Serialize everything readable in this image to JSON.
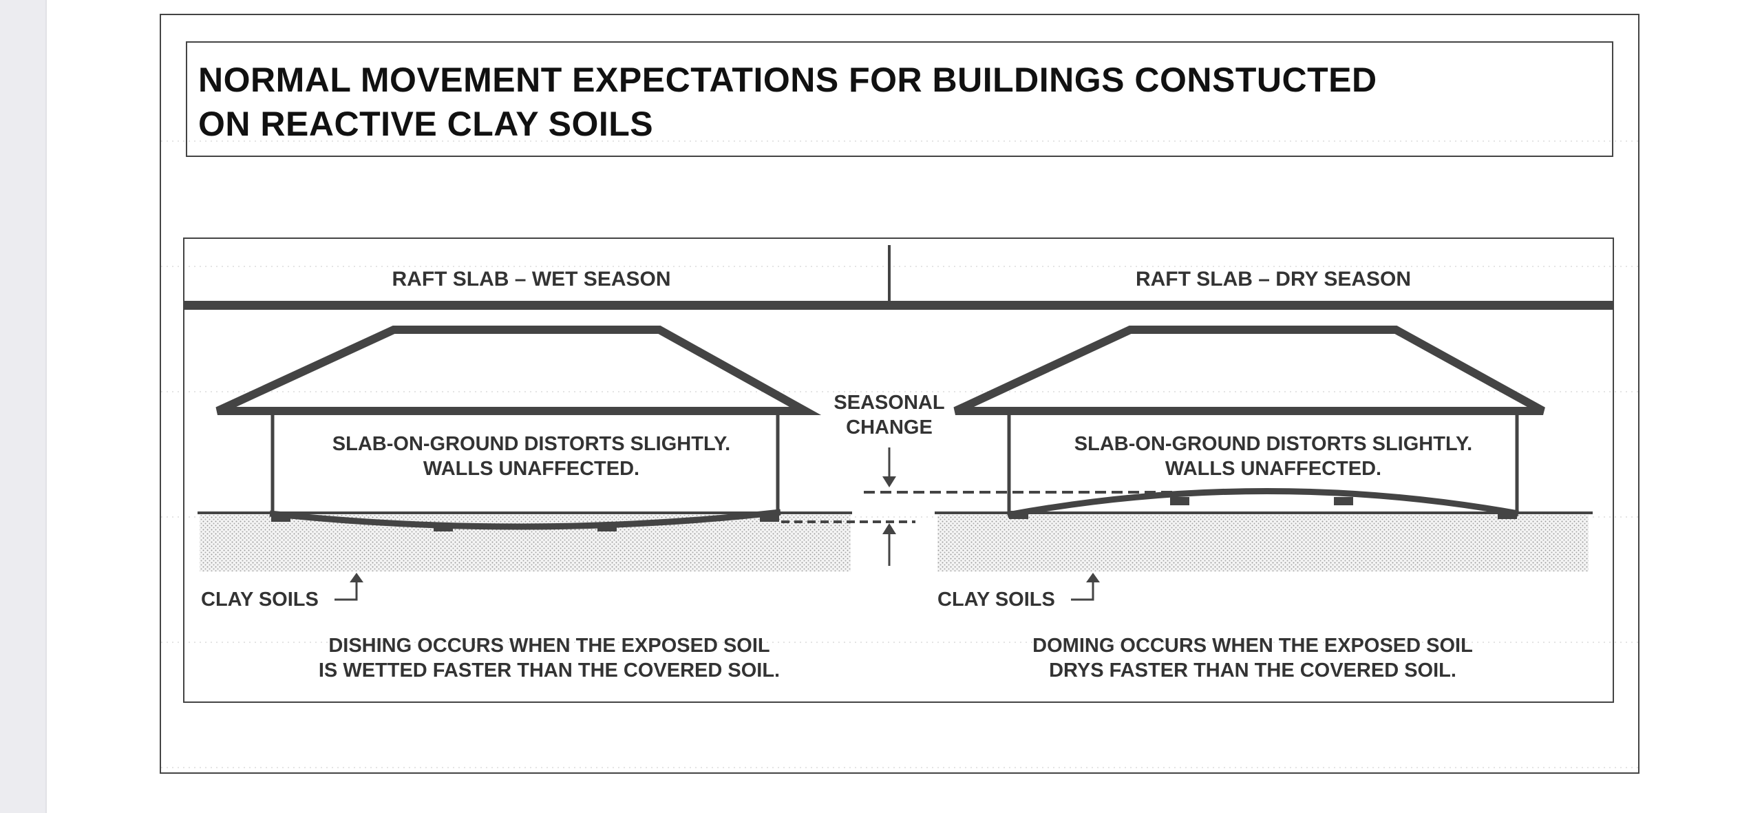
{
  "title": "NORMAL MOVEMENT EXPECTATIONS FOR BUILDINGS CONSTUCTED ON REACTIVE CLAY SOILS",
  "panels": {
    "wet": {
      "header": "RAFT SLAB – WET SEASON",
      "house_note_line1": "SLAB-ON-GROUND DISTORTS SLIGHTLY.",
      "house_note_line2": "WALLS UNAFFECTED.",
      "soil_label": "CLAY SOILS",
      "caption_line1": "DISHING OCCURS WHEN THE EXPOSED SOIL",
      "caption_line2": "IS WETTED FASTER THAN THE COVERED SOIL."
    },
    "dry": {
      "header": "RAFT SLAB – DRY SEASON",
      "house_note_line1": "SLAB-ON-GROUND DISTORTS SLIGHTLY.",
      "house_note_line2": "WALLS UNAFFECTED.",
      "soil_label": "CLAY SOILS",
      "caption_line1": "DOMING OCCURS WHEN THE EXPOSED SOIL",
      "caption_line2": "DRYS FASTER THAN THE COVERED SOIL."
    }
  },
  "center": {
    "label_line1": "SEASONAL",
    "label_line2": "CHANGE"
  },
  "colors": {
    "ink": "#444444",
    "text": "#333333",
    "soil_dots": "#9a9a9a",
    "grid": "#e4e4e4",
    "margin": "#ececf0"
  }
}
